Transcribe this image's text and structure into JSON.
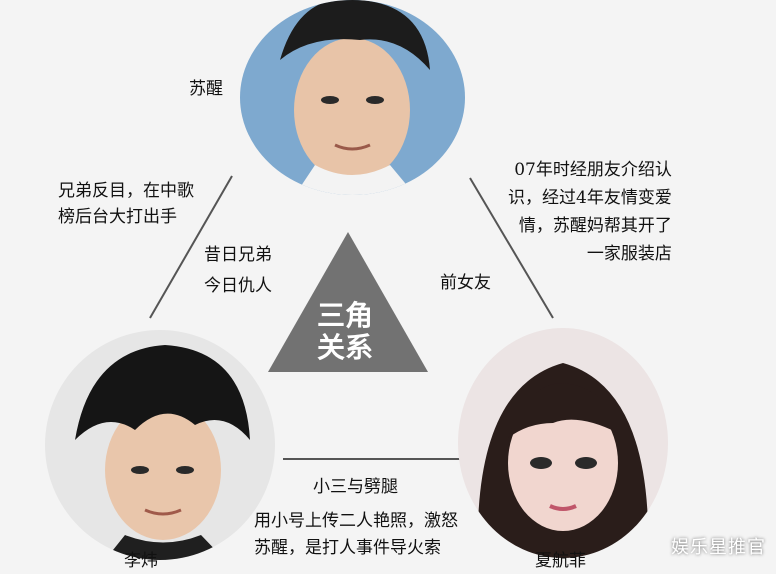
{
  "center": {
    "line1": "三角",
    "line2": "关系"
  },
  "nodes": {
    "top": {
      "name": "苏醒"
    },
    "left": {
      "name": "李炜"
    },
    "right": {
      "name": "夏航菲"
    }
  },
  "edges": {
    "top_left_outer": {
      "line1": "兄弟反目，在中歌",
      "line2": "榜后台大打出手"
    },
    "top_left_inner": {
      "line1": "昔日兄弟",
      "line2": "今日仇人"
    },
    "top_right_outer": {
      "line1": "07年时经朋友介绍认",
      "line2": "识，经过4年友情变爱",
      "line3": "情，苏醒妈帮其开了",
      "line4": "一家服装店"
    },
    "top_right_inner": {
      "label": "前女友"
    },
    "bottom_title": {
      "label": "小三与劈腿"
    },
    "bottom_text": {
      "line1": "用小号上传二人艳照，激怒",
      "line2": "苏醒，是打人事件导火索"
    }
  },
  "watermark": {
    "text": "娱乐星推官"
  },
  "colors": {
    "triangle": "#727272",
    "line": "#555555",
    "background": "#f4f4f4"
  }
}
